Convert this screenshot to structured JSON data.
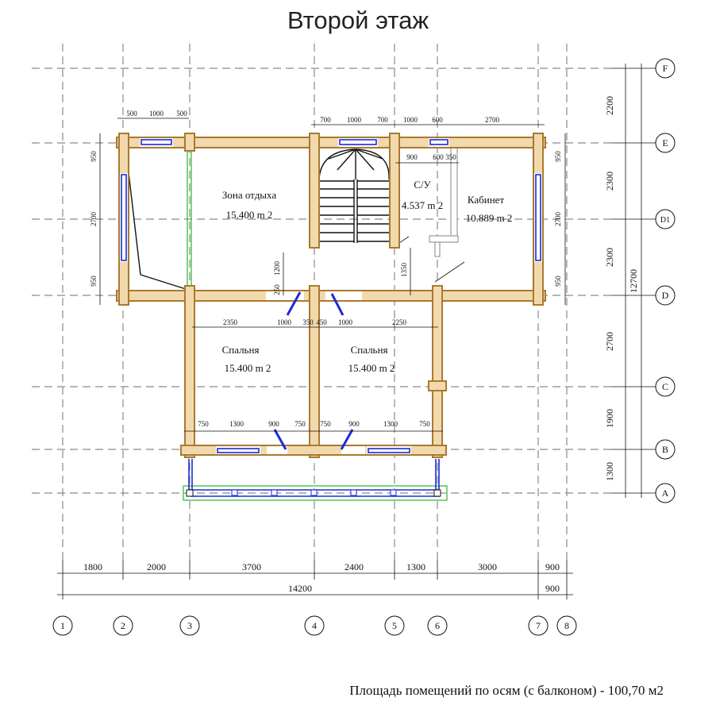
{
  "title": "Второй этаж",
  "footer": "Площадь помещений по осям (с балконом) - 100,70 м2",
  "axes_x": [
    "1",
    "2",
    "3",
    "4",
    "5",
    "6",
    "7",
    "8"
  ],
  "axes_y": [
    "F",
    "E",
    "D1",
    "D",
    "C",
    "B",
    "A"
  ],
  "rooms": [
    {
      "name": "Зона отдыха",
      "area": "15.400 m 2"
    },
    {
      "name": "С/У",
      "area": "4.537 m 2"
    },
    {
      "name": "Кабинет",
      "area": "10.889 m 2"
    },
    {
      "name": "Спальня",
      "area": "15.400 m 2"
    },
    {
      "name": "Спальня",
      "area": "15.400 m 2"
    }
  ],
  "dims_bottom": [
    "1800",
    "2000",
    "3700",
    "2400",
    "1300",
    "3000",
    "900"
  ],
  "dims_total": [
    "14200",
    "900"
  ],
  "dims_right": [
    "2200",
    "2300",
    "2300",
    "2700",
    "1900",
    "1300"
  ],
  "dim_right_total": "12700",
  "dims_top_left": [
    "500",
    "1000",
    "500"
  ],
  "dims_top_right": [
    "700",
    "1000",
    "700",
    "1000",
    "600",
    "2700"
  ],
  "dims_su": [
    "900",
    "600",
    "350"
  ],
  "dims_left_wall": [
    "950",
    "2700",
    "950"
  ],
  "dims_right_wall": [
    "950",
    "2700",
    "950"
  ],
  "dims_mid_vertical": [
    "1200",
    "250",
    "1350"
  ],
  "dims_mid_row": [
    "2350",
    "1000",
    "350",
    "450",
    "1000",
    "2250"
  ],
  "dims_lower_row": [
    "750",
    "1300",
    "900",
    "750",
    "750",
    "900",
    "1300",
    "750"
  ]
}
